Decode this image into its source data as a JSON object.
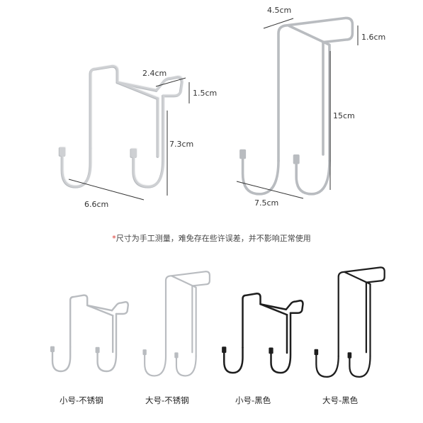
{
  "dimensions": {
    "small_hook": {
      "top_width": "2.4cm",
      "top_depth": "1.5cm",
      "height": "7.3cm",
      "width": "6.6cm"
    },
    "large_hook": {
      "top_width": "4.5cm",
      "top_depth": "1.6cm",
      "height": "15cm",
      "width": "7.5cm"
    }
  },
  "note": {
    "star": "*",
    "text": "尺寸为手工测量，难免存在些许误差，并不影响正常使用"
  },
  "variants": [
    {
      "label": "小号-不锈钢",
      "color": "#b9bcc0"
    },
    {
      "label": "大号-不锈钢",
      "color": "#b9bcc0"
    },
    {
      "label": "小号-黑色",
      "color": "#1e1e1e"
    },
    {
      "label": "大号-黑色",
      "color": "#1e1e1e"
    }
  ],
  "colors": {
    "steel": "#b9bcc0",
    "steel_highlight": "#e8e9eb",
    "black": "#1e1e1e",
    "cap": "#8a8d91",
    "dimension_line": "#333333",
    "note_star": "#d9312a"
  }
}
